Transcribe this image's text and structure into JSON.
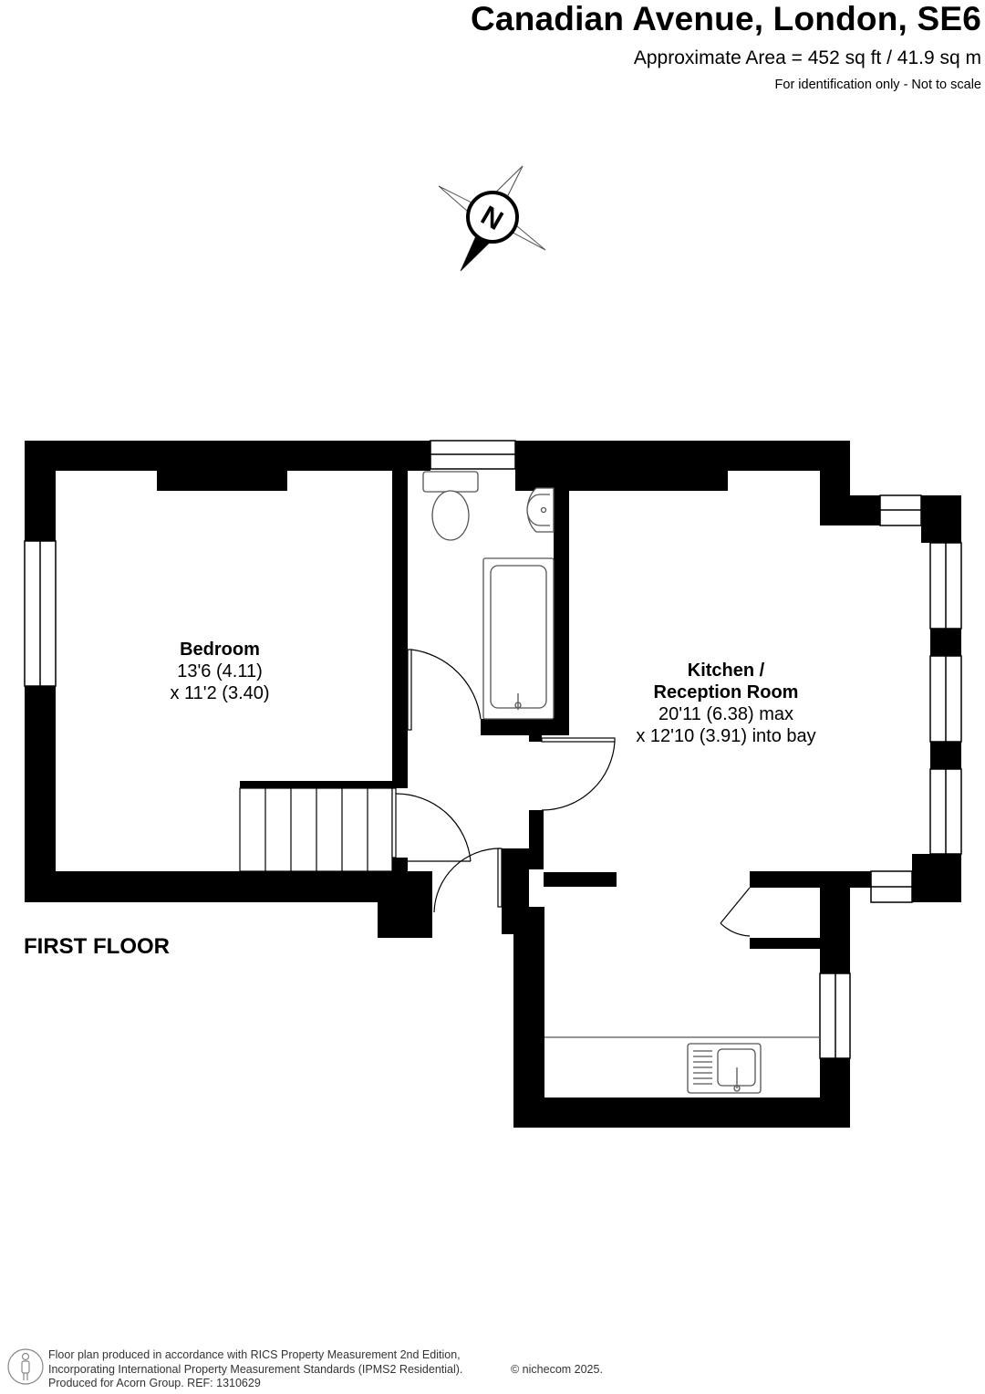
{
  "header": {
    "title": "Canadian Avenue, London, SE6",
    "area": "Approximate Area = 452 sq ft / 41.9 sq m",
    "disclaimer": "For identification only - Not to scale"
  },
  "compass": {
    "letter": "N"
  },
  "floor": {
    "label": "FIRST FLOOR"
  },
  "rooms": {
    "bedroom": {
      "name": "Bedroom",
      "dim1": "13'6 (4.11)",
      "dim2": "x 11'2 (3.40)"
    },
    "kitchen": {
      "name1": "Kitchen /",
      "name2": "Reception Room",
      "dim1": "20'11 (6.38) max",
      "dim2": "x 12'10 (3.91) into bay"
    }
  },
  "footer": {
    "line1": "Floor plan produced in accordance with RICS Property Measurement 2nd Edition,",
    "line2": "Incorporating International Property Measurement Standards (IPMS2 Residential).",
    "line3": "Produced for Acorn Group.   REF:  1310629",
    "credit": "© nichecom 2025."
  },
  "colors": {
    "wall": "#000000",
    "background": "#ffffff",
    "fixture": "#555555"
  }
}
